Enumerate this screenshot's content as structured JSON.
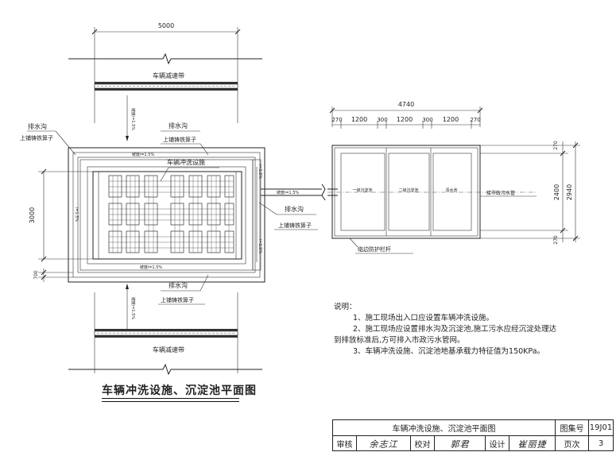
{
  "drawing": {
    "title": "车辆冲洗设施、沉淀池平面图",
    "dims": {
      "top_width": "5000",
      "left_height": "3000",
      "left_small": "700",
      "tank_width": "4740",
      "tank_segments": [
        "270",
        "1200",
        "300",
        "1200",
        "300",
        "1200",
        "270"
      ],
      "tank_height_inner": "2400",
      "tank_height_outer": "2940",
      "tank_side_top": "270",
      "tank_side_bottom": "270"
    },
    "labels": {
      "speed_bump_top": "车辆减速带",
      "speed_bump_bottom": "车辆减速带",
      "drain_ditch": "排水沟",
      "cast_iron_grate": "上铺铸铁箅子",
      "wash_facility": "车辆冲洗设施",
      "guard_rail": "临边防护栏杆",
      "sewage_pipe": "接市政污水管",
      "chamber_1": "一级沉淀池",
      "chamber_2": "二级沉淀池",
      "chamber_3": "清水池",
      "slope": "坡度i=1.5%",
      "slope_left": "i=1.5%"
    }
  },
  "notes": {
    "heading": "说明：",
    "items": [
      "1、施工现场出入口应设置车辆冲洗设施。",
      "2、施工现场应设置排水沟及沉淀池,施工污水应经沉淀处理达",
      "到排放标准后,方可排入市政污水管网。",
      "3、车辆冲洗设施、沉淀池地基承载力特征值为150KPa。"
    ]
  },
  "title_block": {
    "drawing_name": "车辆冲洗设施、沉淀池平面图",
    "atlas_label": "图集号",
    "atlas_no": "19J01",
    "review_label": "审核",
    "review_sign": "余志江",
    "check_label": "校对",
    "check_sign": "郭君",
    "design_label": "设计",
    "design_sign": "崔丽捷",
    "page_label": "页次",
    "page_no": "3"
  }
}
